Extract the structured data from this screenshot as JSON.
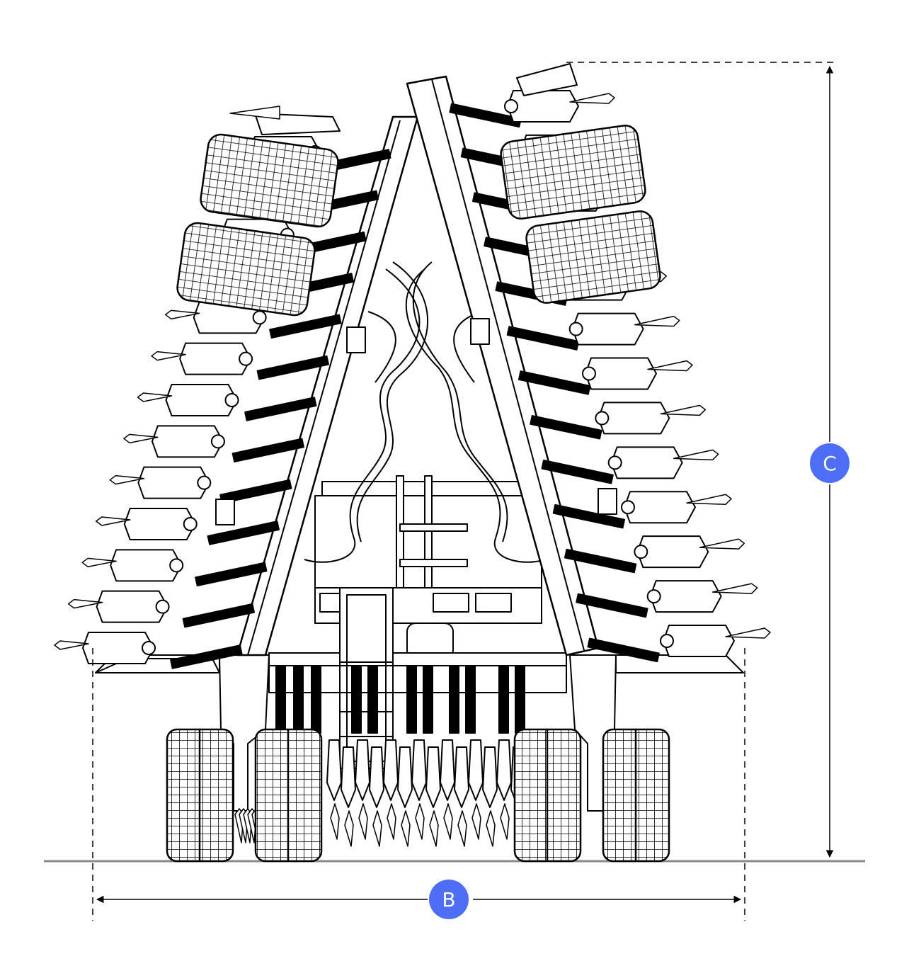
{
  "markers": {
    "width": "B",
    "height": "C"
  },
  "colors": {
    "marker": "#4F6EF7",
    "line": "#000000",
    "ground": "#8a8a8a",
    "fill": "#ffffff"
  },
  "icons": [
    "folded-seed-drill-rear-view-drawing"
  ]
}
